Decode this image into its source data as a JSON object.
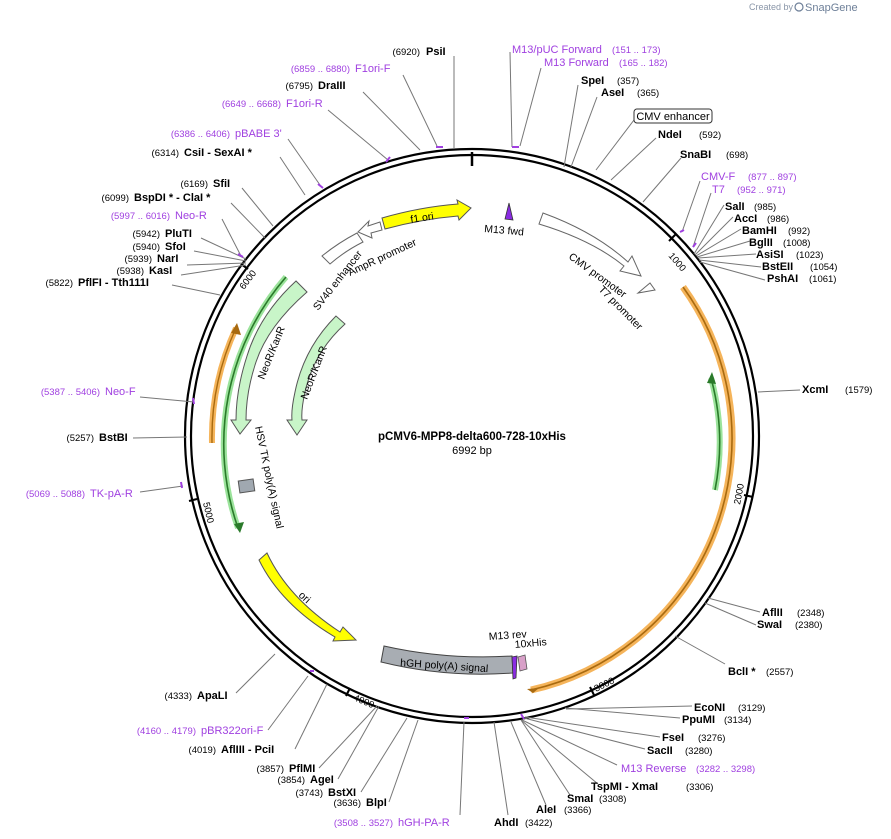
{
  "brand": {
    "prefix": "Created by",
    "name": "SnapGene"
  },
  "plasmid": {
    "name": "pCMV6-MPP8-delta600-728-10xHis",
    "length": "6992 bp"
  },
  "ring_ticks": [
    "1000",
    "2000",
    "3000",
    "4000",
    "5000",
    "6000"
  ],
  "sites": [
    {
      "name": "PsiI",
      "pos": "(6920)",
      "primer": false
    },
    {
      "name": "F1ori-F",
      "pos": "(6859 .. 6880)",
      "primer": true
    },
    {
      "name": "DraIII",
      "pos": "(6795)",
      "primer": false
    },
    {
      "name": "F1ori-R",
      "pos": "(6649 .. 6668)",
      "primer": true
    },
    {
      "name": "pBABE 3'",
      "pos": "(6386 .. 6406)",
      "primer": true
    },
    {
      "name": "CsiI  - SexAI *",
      "pos": "(6314)",
      "primer": false
    },
    {
      "name": "SfiI",
      "pos": "(6169)",
      "primer": false
    },
    {
      "name": "BspDI *  - ClaI *",
      "pos": "(6099)",
      "primer": false
    },
    {
      "name": "Neo-R",
      "pos": "(5997 .. 6016)",
      "primer": true
    },
    {
      "name": "PluTI",
      "pos": "(5942)",
      "primer": false
    },
    {
      "name": "SfoI",
      "pos": "(5940)",
      "primer": false
    },
    {
      "name": "NarI",
      "pos": "(5939)",
      "primer": false
    },
    {
      "name": "KasI",
      "pos": "(5938)",
      "primer": false
    },
    {
      "name": "PflFI  - Tth111I",
      "pos": "(5822)",
      "primer": false
    },
    {
      "name": "Neo-F",
      "pos": "(5387 .. 5406)",
      "primer": true
    },
    {
      "name": "BstBI",
      "pos": "(5257)",
      "primer": false
    },
    {
      "name": "TK-pA-R",
      "pos": "(5069 .. 5088)",
      "primer": true
    },
    {
      "name": "ApaLI",
      "pos": "(4333)",
      "primer": false
    },
    {
      "name": "pBR322ori-F",
      "pos": "(4160 .. 4179)",
      "primer": true
    },
    {
      "name": "AflIII  - PciI",
      "pos": "(4019)",
      "primer": false
    },
    {
      "name": "PflMI",
      "pos": "(3857)",
      "primer": false
    },
    {
      "name": "AgeI",
      "pos": "(3854)",
      "primer": false
    },
    {
      "name": "BstXI",
      "pos": "(3743)",
      "primer": false
    },
    {
      "name": "BlpI",
      "pos": "(3636)",
      "primer": false
    },
    {
      "name": "hGH-PA-R",
      "pos": "(3508 .. 3527)",
      "primer": true
    },
    {
      "name": "AhdI",
      "pos": "(3422)",
      "primer": false
    },
    {
      "name": "AleI",
      "pos": "(3366)",
      "primer": false
    },
    {
      "name": "SmaI",
      "pos": "(3308)",
      "primer": false
    },
    {
      "name": "TspMI  - XmaI",
      "pos": "(3306)",
      "primer": false
    },
    {
      "name": "M13 Reverse",
      "pos": "(3282 .. 3298)",
      "primer": true
    },
    {
      "name": "SacII",
      "pos": "(3280)",
      "primer": false
    },
    {
      "name": "FseI",
      "pos": "(3276)",
      "primer": false
    },
    {
      "name": "PpuMI",
      "pos": "(3134)",
      "primer": false
    },
    {
      "name": "EcoNI",
      "pos": "(3129)",
      "primer": false
    },
    {
      "name": "BclI *",
      "pos": "(2557)",
      "primer": false
    },
    {
      "name": "SwaI",
      "pos": "(2380)",
      "primer": false
    },
    {
      "name": "AflII",
      "pos": "(2348)",
      "primer": false
    },
    {
      "name": "XcmI",
      "pos": "(1579)",
      "primer": false
    },
    {
      "name": "PshAI",
      "pos": "(1061)",
      "primer": false
    },
    {
      "name": "BstEII",
      "pos": "(1054)",
      "primer": false
    },
    {
      "name": "AsiSI",
      "pos": "(1023)",
      "primer": false
    },
    {
      "name": "BglII",
      "pos": "(1008)",
      "primer": false
    },
    {
      "name": "BamHI",
      "pos": "(992)",
      "primer": false
    },
    {
      "name": "AccI",
      "pos": "(986)",
      "primer": false
    },
    {
      "name": "SalI",
      "pos": "(985)",
      "primer": false
    },
    {
      "name": "T7",
      "pos": "(952 .. 971)",
      "primer": true
    },
    {
      "name": "CMV-F",
      "pos": "(877 .. 897)",
      "primer": true
    },
    {
      "name": "SnaBI",
      "pos": "(698)",
      "primer": false
    },
    {
      "name": "NdeI",
      "pos": "(592)",
      "primer": false
    },
    {
      "name": "CMV enhancer",
      "pos": "",
      "primer": false
    },
    {
      "name": "AseI",
      "pos": "(365)",
      "primer": false
    },
    {
      "name": "SpeI",
      "pos": "(357)",
      "primer": false
    },
    {
      "name": "M13 Forward",
      "pos": "(165 .. 182)",
      "primer": true
    },
    {
      "name": "M13/pUC Forward",
      "pos": "(151 .. 173)",
      "primer": true
    }
  ],
  "features": [
    {
      "name": "f1 ori",
      "color": "#ffff00"
    },
    {
      "name": "M13 fwd",
      "color": "#8a2be2"
    },
    {
      "name": "CMV promoter",
      "color": "#ffffff"
    },
    {
      "name": "T7 promoter",
      "color": "#ffffff"
    },
    {
      "name": "AmpR promoter",
      "color": "#ffffff"
    },
    {
      "name": "SV40 enhancer",
      "color": "#ffffff"
    },
    {
      "name": "NeoR/KanR",
      "color": "#c8f5c8"
    },
    {
      "name": "NeoR/KanR",
      "color": "#c8f5c8"
    },
    {
      "name": "HSV TK poly(A) signal",
      "color": "#a0a8b0"
    },
    {
      "name": "ori",
      "color": "#ffff00"
    },
    {
      "name": "hGH poly(A) signal",
      "color": "#a8adb3"
    },
    {
      "name": "M13 rev",
      "color": "#8a2be2"
    },
    {
      "name": "10xHis",
      "color": "#d8a0c8"
    }
  ],
  "colors": {
    "primer": "#a040e0",
    "orf": "#f5a623",
    "orf_green": "#39a839",
    "backbone": "#000000"
  }
}
